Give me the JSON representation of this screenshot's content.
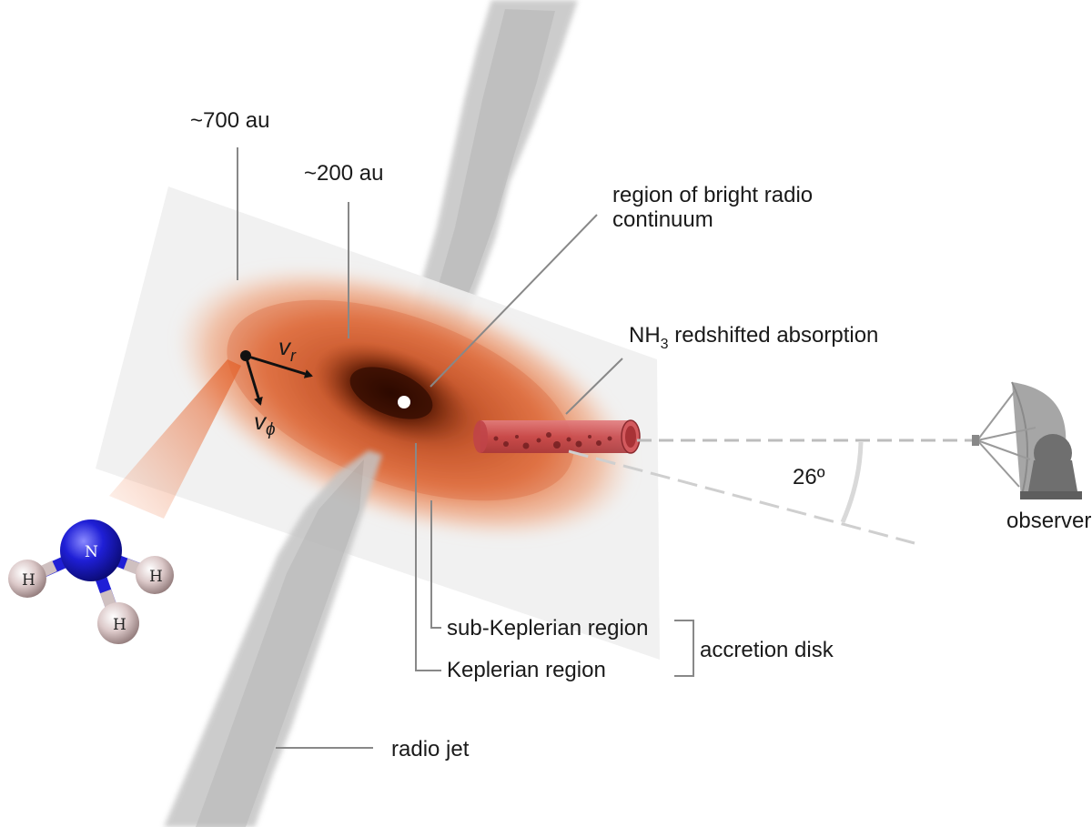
{
  "labels": {
    "scale_outer": "~700 au",
    "scale_inner": "~200 au",
    "bright_continuum_line1": "region of bright radio",
    "bright_continuum_line2": "continuum",
    "absorption_prefix": "NH",
    "absorption_subscript": "3",
    "absorption_suffix": " redshifted absorption",
    "sub_keplerian": "sub-Keplerian region",
    "keplerian": "Keplerian region",
    "accretion_disk": "accretion disk",
    "radio_jet": "radio jet",
    "angle": "26º",
    "observer": "observer",
    "v_r": "v",
    "v_r_sub": "r",
    "v_phi": "v",
    "v_phi_sub": "ϕ"
  },
  "molecule": {
    "center_atom": "N",
    "hydrogens": [
      "H",
      "H",
      "H"
    ]
  },
  "colors": {
    "disk_orange": "#e2703c",
    "disk_core": "#5a1d08",
    "cylinder_red": "#c8484c",
    "nitrogen_blue": "#1f1fd6",
    "hydrogen_pink": "#d8c8c8",
    "jet_gray": "#b9b9b9",
    "plane_gray": "#efefef",
    "leader_line": "#888888"
  }
}
